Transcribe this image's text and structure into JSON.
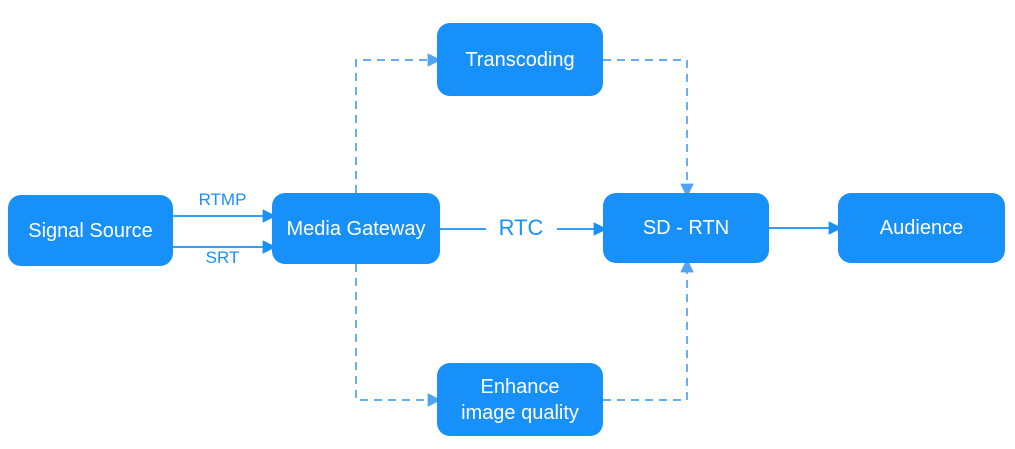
{
  "diagram": {
    "nodes": [
      {
        "id": "signal-source",
        "label": "Signal Source"
      },
      {
        "id": "media-gateway",
        "label": "Media Gateway"
      },
      {
        "id": "transcoding",
        "label": "Transcoding"
      },
      {
        "id": "enhance-image-quality",
        "label": "Enhance image quality"
      },
      {
        "id": "sd-rtn",
        "label": "SD - RTN"
      },
      {
        "id": "audience",
        "label": "Audience"
      }
    ],
    "edges": [
      {
        "from": "Signal Source",
        "to": "Media Gateway",
        "label": "RTMP",
        "style": "solid"
      },
      {
        "from": "Signal Source",
        "to": "Media Gateway",
        "label": "SRT",
        "style": "solid"
      },
      {
        "from": "Media Gateway",
        "to": "SD - RTN",
        "label": "RTC",
        "style": "solid"
      },
      {
        "from": "Media Gateway",
        "to": "Transcoding",
        "label": "",
        "style": "dashed"
      },
      {
        "from": "Media Gateway",
        "to": "Enhance image quality",
        "label": "",
        "style": "dashed"
      },
      {
        "from": "Transcoding",
        "to": "SD - RTN",
        "label": "",
        "style": "dashed"
      },
      {
        "from": "Enhance image quality",
        "to": "SD - RTN",
        "label": "",
        "style": "dashed"
      },
      {
        "from": "SD - RTN",
        "to": "Audience",
        "label": "",
        "style": "solid"
      }
    ],
    "colors": {
      "node_fill": "#1890fa",
      "node_text": "#ffffff",
      "solid_line": "#1890fa",
      "dashed_line": "#4fa3f2",
      "edge_label_text": "#1890fa",
      "background": "#ffffff"
    }
  }
}
